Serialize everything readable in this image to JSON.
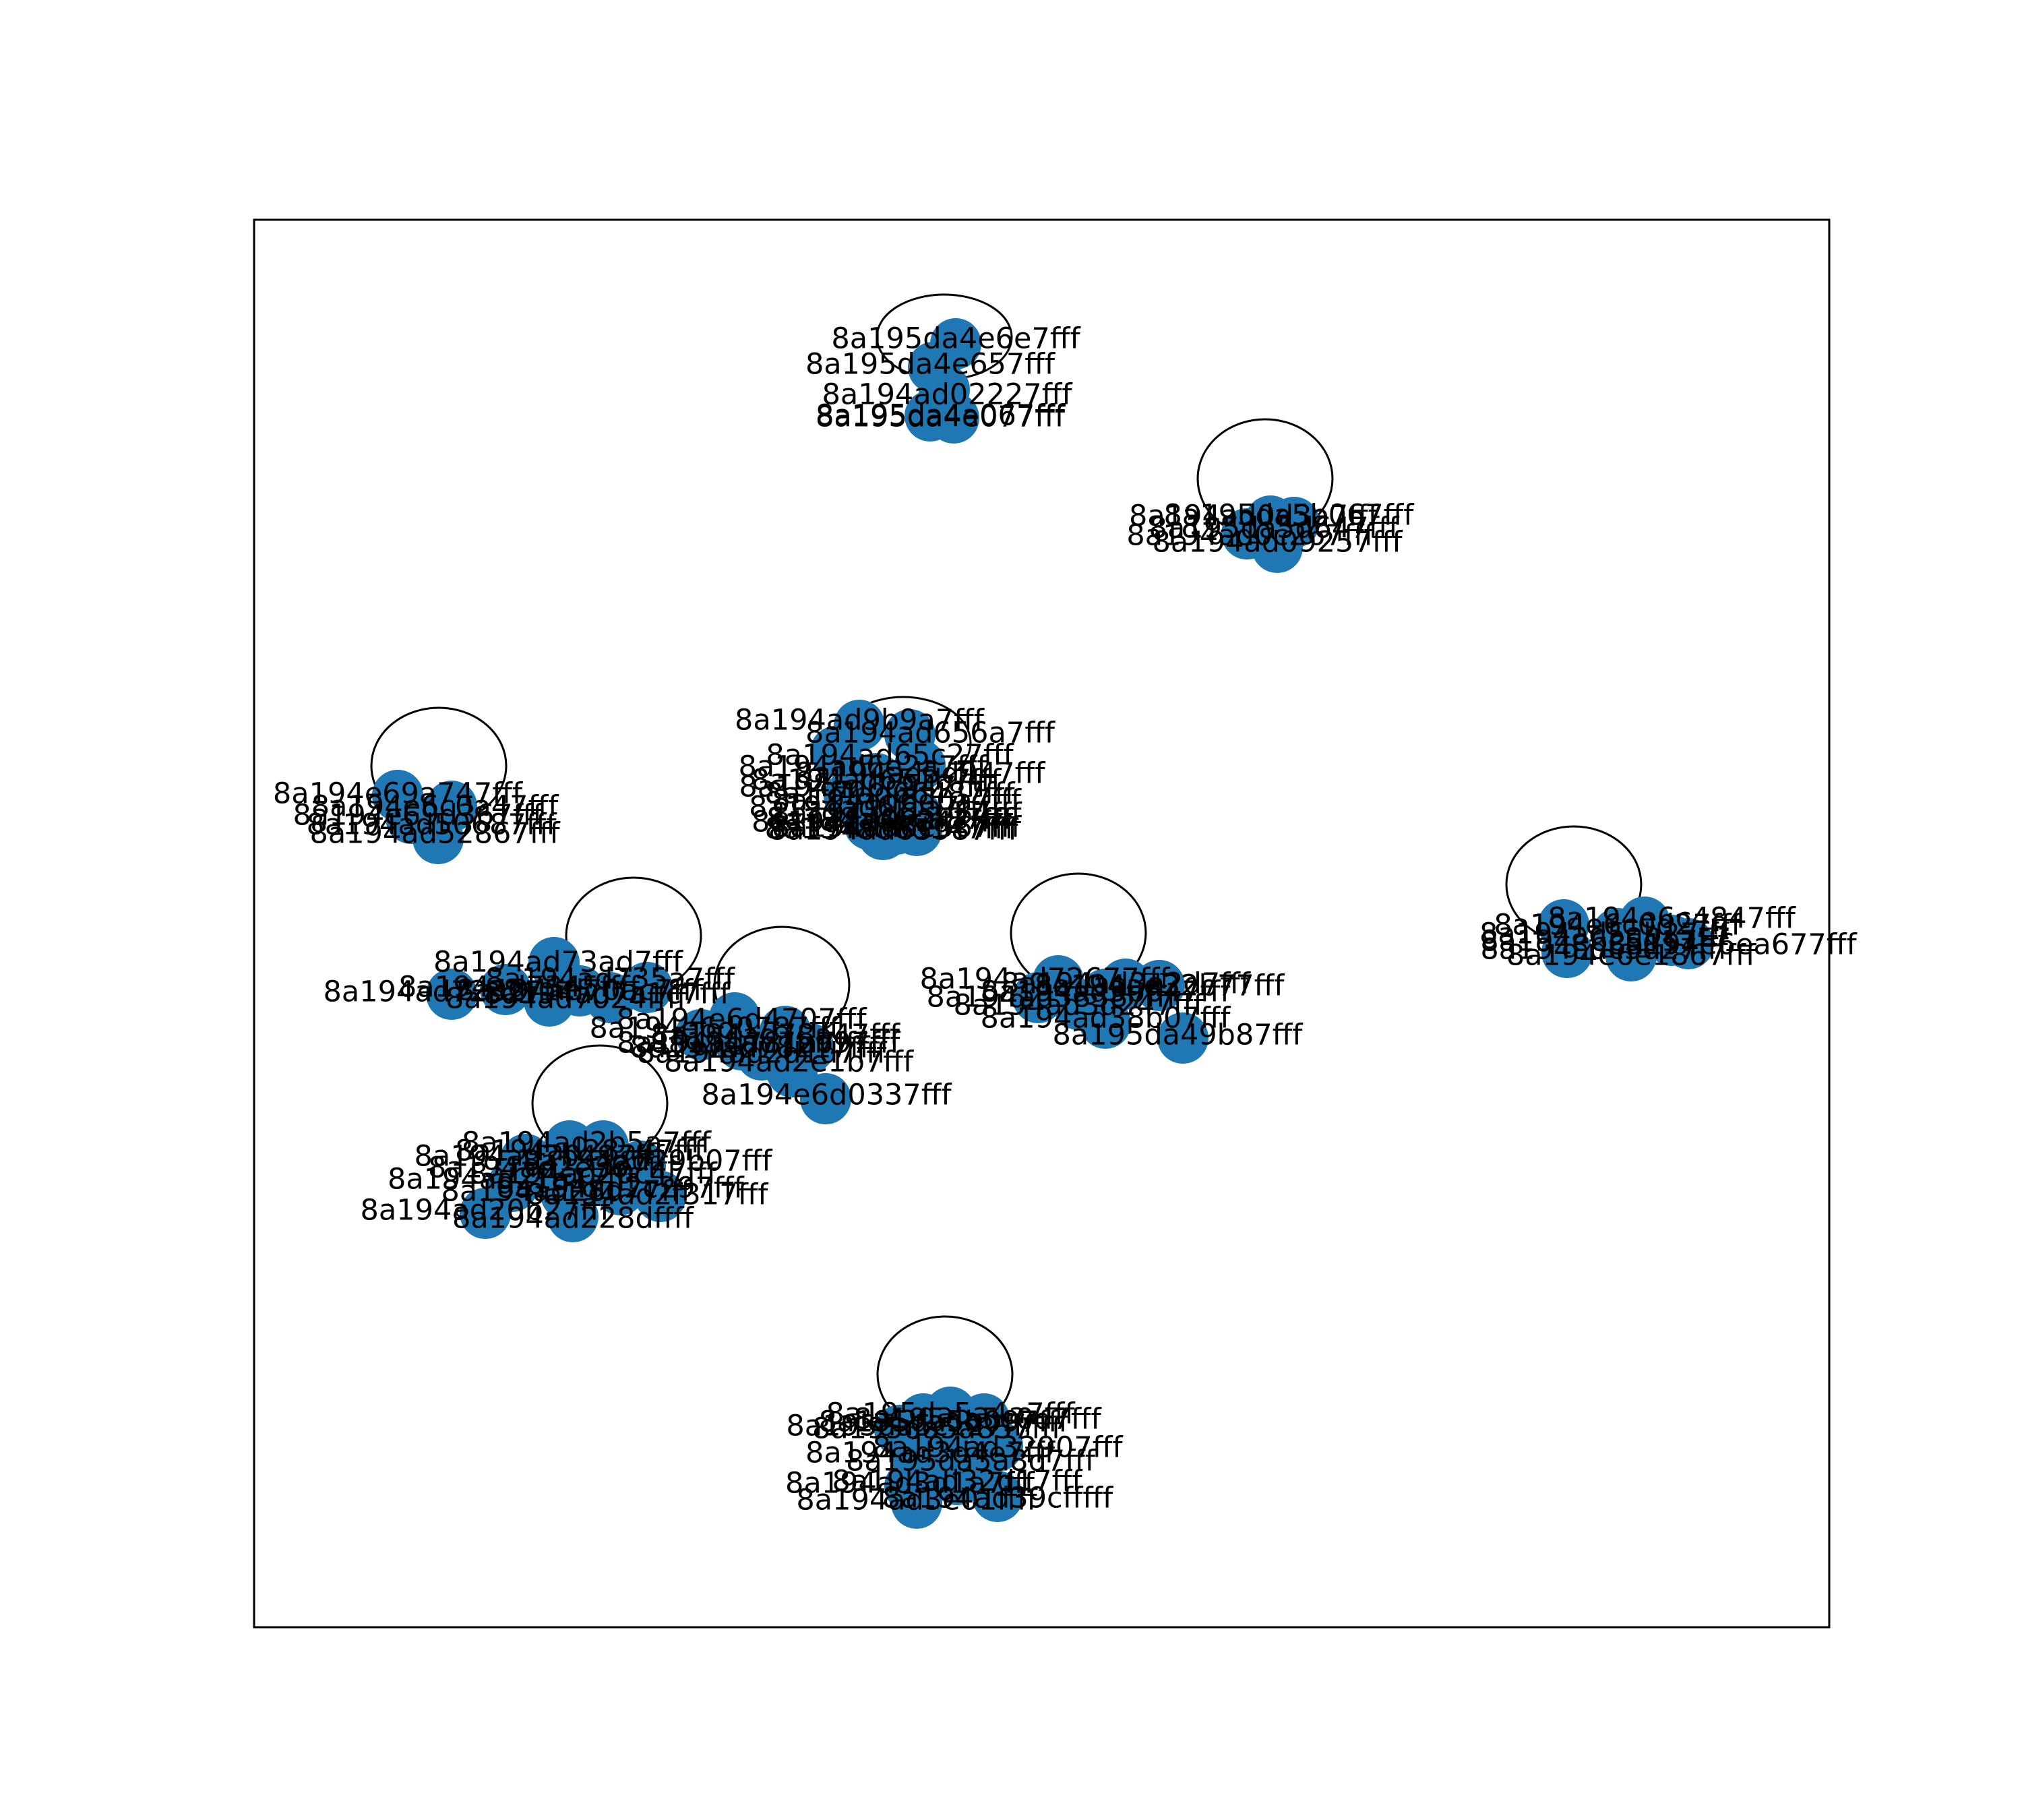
{
  "style": {
    "node_color": "#1f77b4",
    "edge_color": "#000000",
    "label_color": "#000000",
    "background": "#ffffff"
  },
  "clusters": [
    {
      "id": "top-cluster",
      "labels": [
        "8a195da4e6e7fff",
        "8a195da4e657fff",
        "8a194ad02227fff",
        "8a195da4a067fff",
        "8a195da4e077fff"
      ]
    },
    {
      "id": "upper-right-cluster",
      "labels": [
        "8a195da5b067fff",
        "8a194ad0d3a7fff",
        "8a195da5d647fff",
        "8a194ad0c267fff",
        "8a194ad09257fff"
      ]
    },
    {
      "id": "left-cluster",
      "labels": [
        "8a194e69a747fff",
        "8a194e6c0a47fff",
        "8a194e69d367fff",
        "8a194ad50687fff",
        "8a194ad52867fff"
      ]
    },
    {
      "id": "center-cluster",
      "labels": [
        "8a194ad9b9a7fff",
        "8a194ad656a7fff",
        "8a194ad65c27fff",
        "8a194ad6e2a7fff",
        "8a194ad5d947fff",
        "8a194ad651b7fff",
        "8a194ad6c947fff",
        "8a194ad66487fff",
        "8a194ad6d0a7fff",
        "8a194ad6f1a7fff",
        "8a194ad65b67fff",
        "8a194ad6ca87fff",
        "8a194ad6e347fff",
        "8a194ad6e567fff",
        "8a194ad6d147fff",
        "8a194ad65987fff"
      ]
    },
    {
      "id": "right-cluster",
      "labels": [
        "8a194e6c4847fff",
        "8a194e6c0d27fff",
        "8a194ad5ab27fff",
        "8a194e6c5d17fff",
        "8a194e6ea677fff",
        "8a194adc5d27fff",
        "8a194e6e1867fff"
      ]
    },
    {
      "id": "middle-left-cluster",
      "labels": [
        "8a194ad73ad7fff",
        "8a194ad7345ffff",
        "8a194ad735a7fff",
        "8a194ad72327fff",
        "8a194ad70ac7fff",
        "8a194ad7a1c7fff",
        "8a194ad7024ffff"
      ]
    },
    {
      "id": "middle-cluster",
      "labels": [
        "8a194e6d4707fff",
        "8a194e6d0787fff",
        "8a194ad78a47fff",
        "8a194ad781a7fff",
        "8a194ad7bb97fff",
        "8a194ad78217fff",
        "8a194ad2d1d7fff",
        "8a194ad2e1b7fff",
        "8a194e6d0337fff"
      ]
    },
    {
      "id": "middle-right-cluster",
      "labels": [
        "8a194ad72677fff",
        "8a194ad3a2d7fff",
        "8a194ad32b77fff",
        "8a194ad3b647fff",
        "8a194ad38387fff",
        "8a194ad3d247fff",
        "8a194ad38b07fff",
        "8a195da49b87fff"
      ]
    },
    {
      "id": "lower-left-cluster",
      "labels": [
        "8a194ad2b5a7fff",
        "8a194ad28a47fff",
        "8a194ad2b497fff",
        "8a194ad29b07fff",
        "8a194ad2e367fff",
        "8a194ad20c47fff",
        "8a194ad21a17fff",
        "8a194ad2c297fff",
        "8a194ad28d77fff",
        "8a194ad2f317fff",
        "8a194ad20b27fff",
        "8a194ad228dffff"
      ]
    },
    {
      "id": "bottom-cluster",
      "labels": [
        "8a195da5a4a7fff",
        "8a195da5c0d7fff",
        "8a195da5b097fff",
        "8a195da5c127fff",
        "8a195da5a857fff",
        "8a194ad32907fff",
        "8a194ad3d4e7fff",
        "8a195da5a8d7fff",
        "8a194ad32d17fff",
        "8a194ad3d1a7fff",
        "8a194ad39cfffff",
        "8a194ad3e01ffff"
      ]
    }
  ]
}
